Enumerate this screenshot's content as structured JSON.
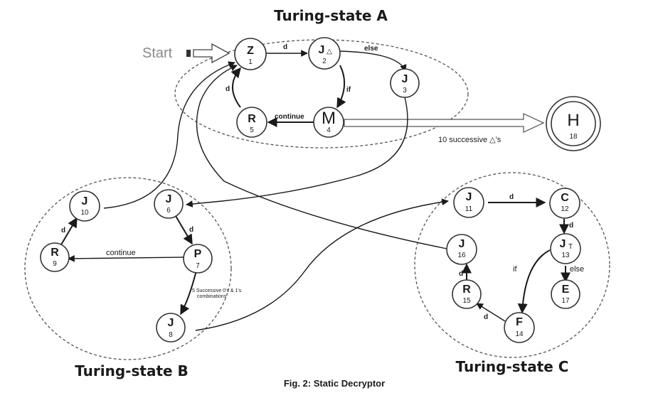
{
  "groups": {
    "a": "Turing-state A",
    "b": "Turing-state B",
    "c": "Turing-state C"
  },
  "start_label": "Start",
  "caption": "Fig. 2: Static Decryptor",
  "nodes": {
    "z1": {
      "letter": "Z",
      "num": "1"
    },
    "j2": {
      "letter": "J",
      "sub": "△",
      "num": "2"
    },
    "j3": {
      "letter": "J",
      "num": "3"
    },
    "m4": {
      "letter": "M",
      "num": "4"
    },
    "r5": {
      "letter": "R",
      "num": "5"
    },
    "j6": {
      "letter": "J",
      "num": "6"
    },
    "p7": {
      "letter": "P",
      "num": "7"
    },
    "j8": {
      "letter": "J",
      "num": "8"
    },
    "r9": {
      "letter": "R",
      "num": "9"
    },
    "j10": {
      "letter": "J",
      "num": "10"
    },
    "j11": {
      "letter": "J",
      "num": "11"
    },
    "c12": {
      "letter": "C",
      "num": "12"
    },
    "jt13": {
      "letter": "J",
      "sub": "T",
      "num": "13"
    },
    "f14": {
      "letter": "F",
      "num": "14"
    },
    "r15": {
      "letter": "R",
      "num": "15"
    },
    "j16": {
      "letter": "J",
      "num": "16"
    },
    "e17": {
      "letter": "E",
      "num": "17"
    },
    "h18": {
      "letter": "H",
      "num": "18"
    }
  },
  "edge_labels": {
    "z1_j2": "d",
    "j2_j3": "else",
    "j2_m4": "if",
    "m4_r5": "continue",
    "r5_z1": "d",
    "m4_h18": "10 successive  △'s",
    "j6_p7": "d",
    "p7_r9": "continue",
    "p7_j8_line1": "5 Successive 0's & 1's",
    "p7_j8_line2": "combinations",
    "r9_j10": "d",
    "j11_c12": "d",
    "c12_jt13": "d",
    "jt13_e17": "else",
    "jt13_f14": "if",
    "f14_r15": "d",
    "r15_j16": "d"
  }
}
